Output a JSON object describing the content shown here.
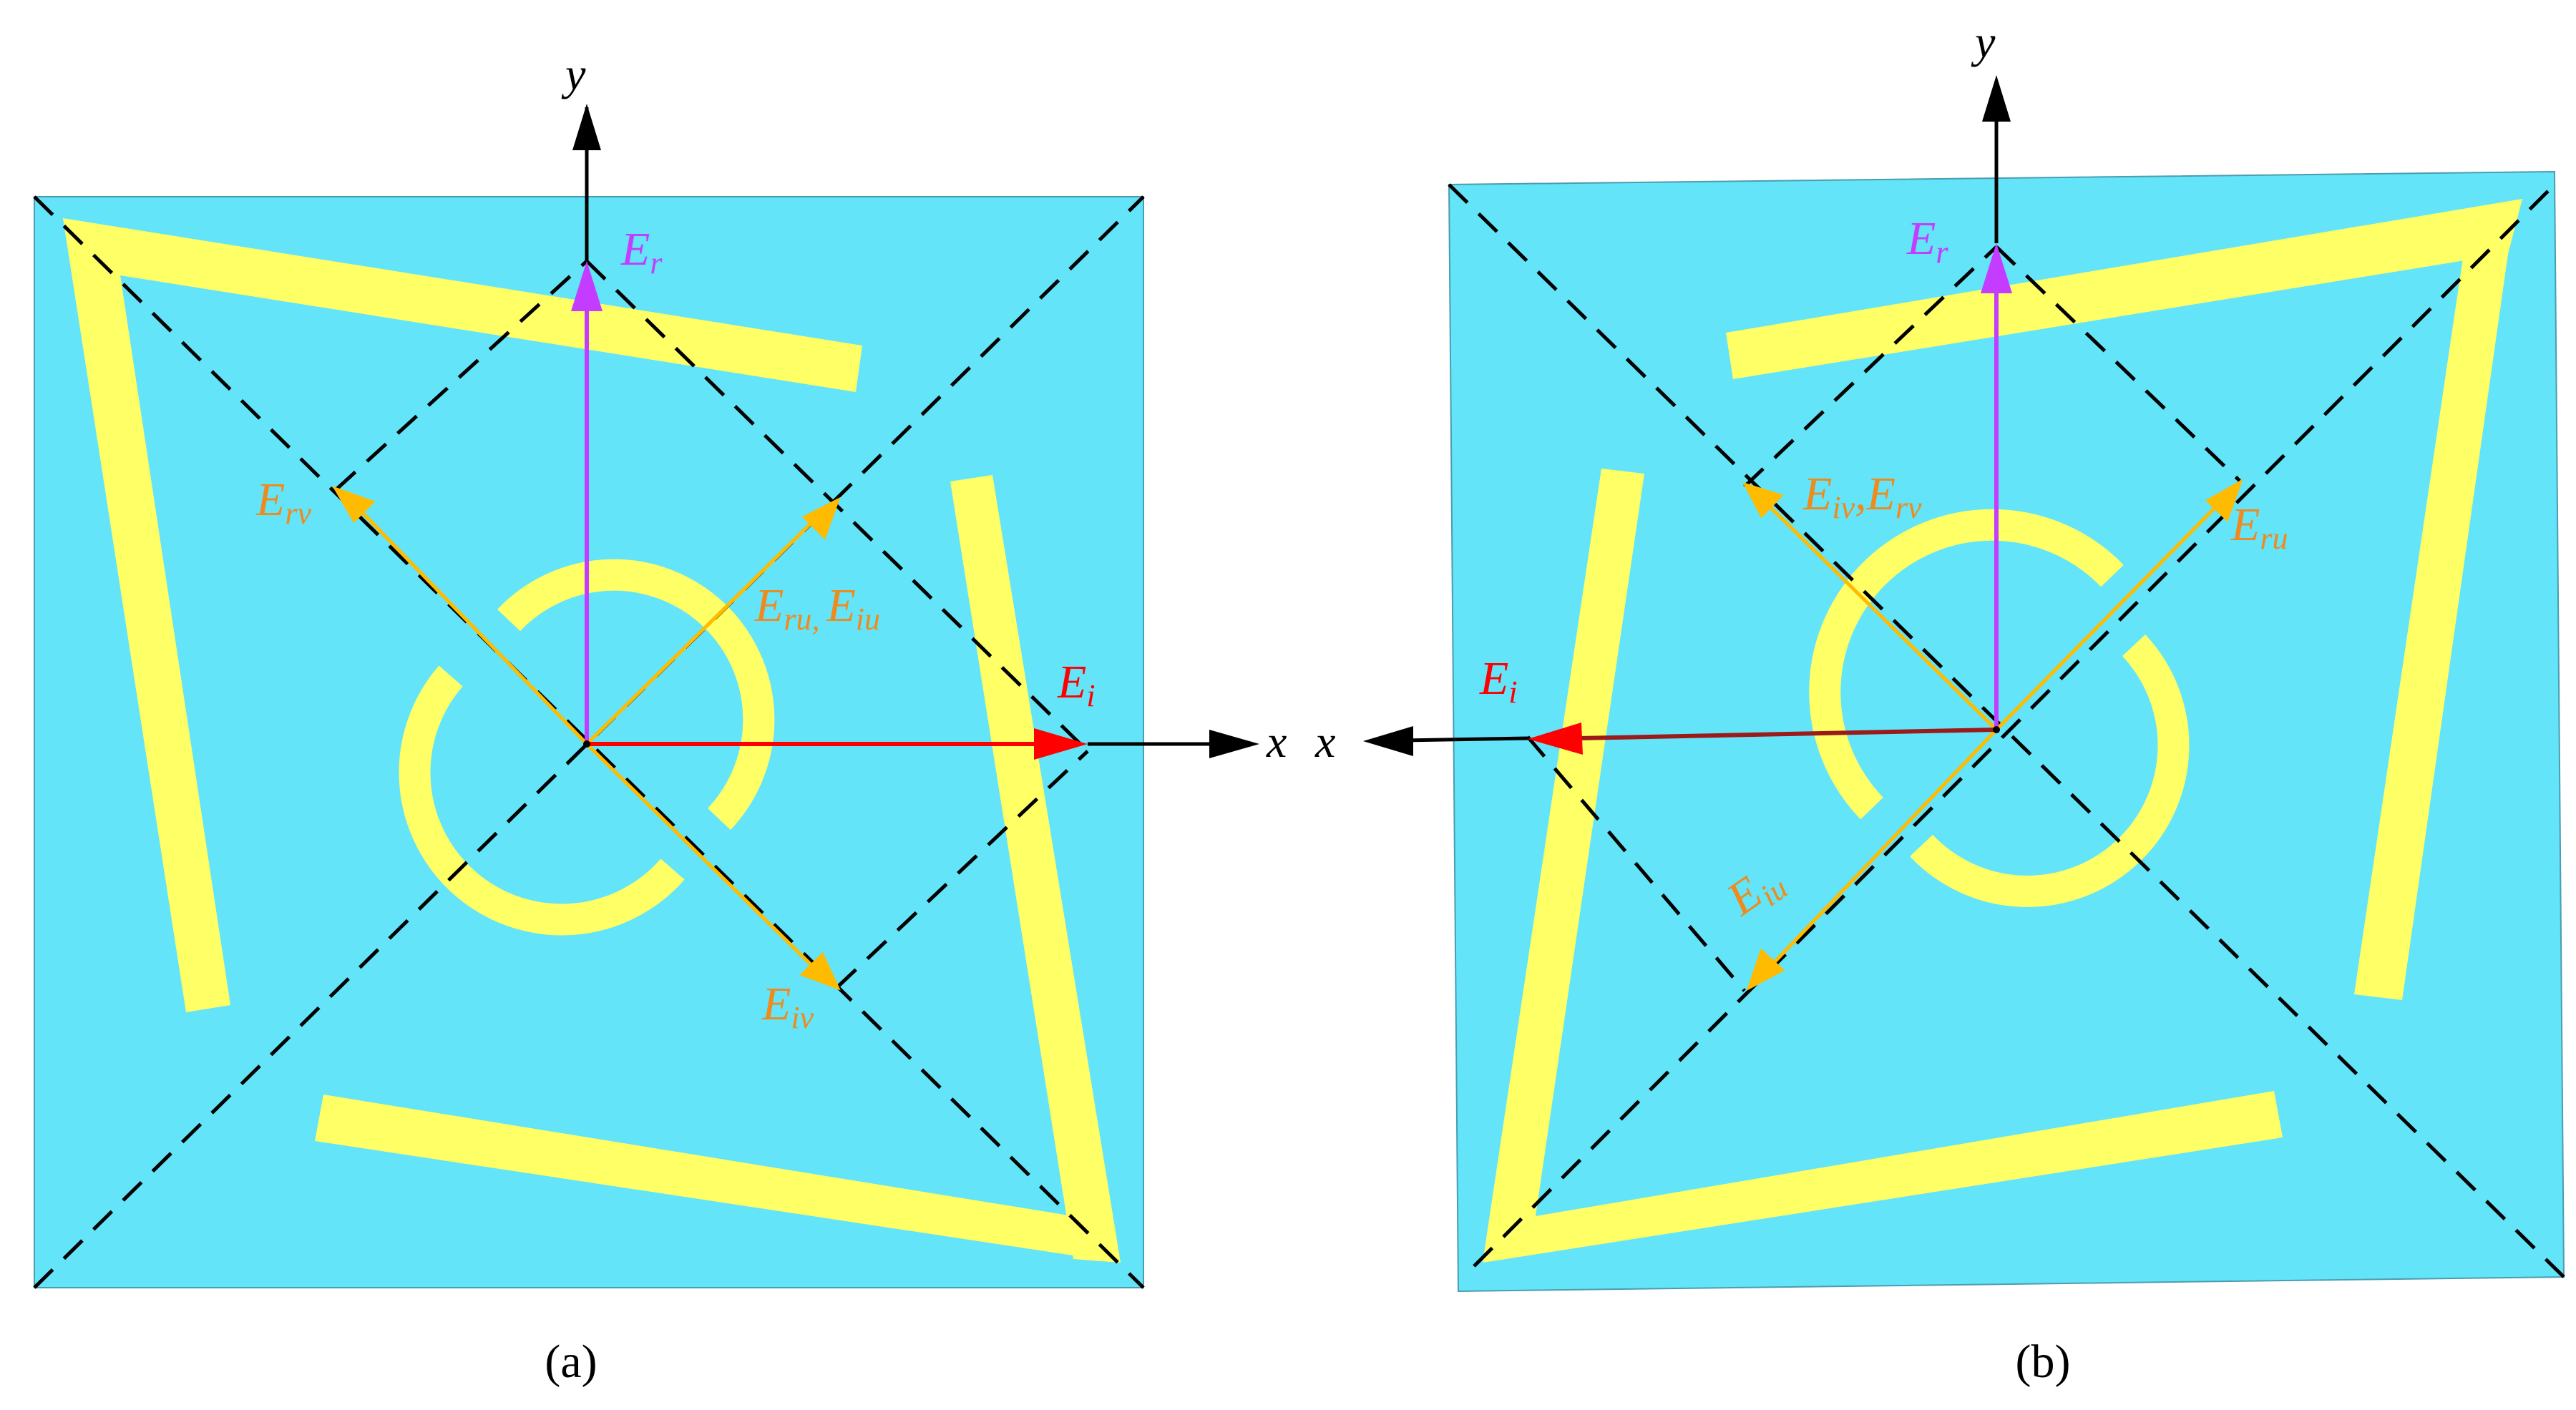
{
  "colors": {
    "substrate": "#63e4f9",
    "metal": "#ffff66",
    "incident_arrow": "#ff0000",
    "reflected_arrow": "#c43cff",
    "component_arrow": "#ffbb00",
    "component_label": "#f08a1c",
    "axis": "#000000",
    "dashed": "#000000"
  },
  "panel_a": {
    "caption": "(a)",
    "axis_x": "x",
    "axis_y": "y",
    "label_er": {
      "main": "E",
      "sub": "r"
    },
    "label_ei": {
      "main": "E",
      "sub": "i"
    },
    "label_erv": {
      "main": "E",
      "sub": "rv"
    },
    "label_eiv": {
      "main": "E",
      "sub": "iv"
    },
    "label_eru_eiu": {
      "main1": "E",
      "sub1": "ru,",
      "main2": "E",
      "sub2": "iu"
    }
  },
  "panel_b": {
    "caption": "(b)",
    "axis_x": "x",
    "axis_y": "y",
    "label_er": {
      "main": "E",
      "sub": "r"
    },
    "label_ei": {
      "main": "E",
      "sub": "i"
    },
    "label_eru": {
      "main": "E",
      "sub": "ru"
    },
    "label_eiu": {
      "main": "E",
      "sub": "iu"
    },
    "label_eiv_erv": {
      "main1": "E",
      "sub1": "iv",
      "sep": ",",
      "main2": "E",
      "sub2": "rv"
    }
  }
}
